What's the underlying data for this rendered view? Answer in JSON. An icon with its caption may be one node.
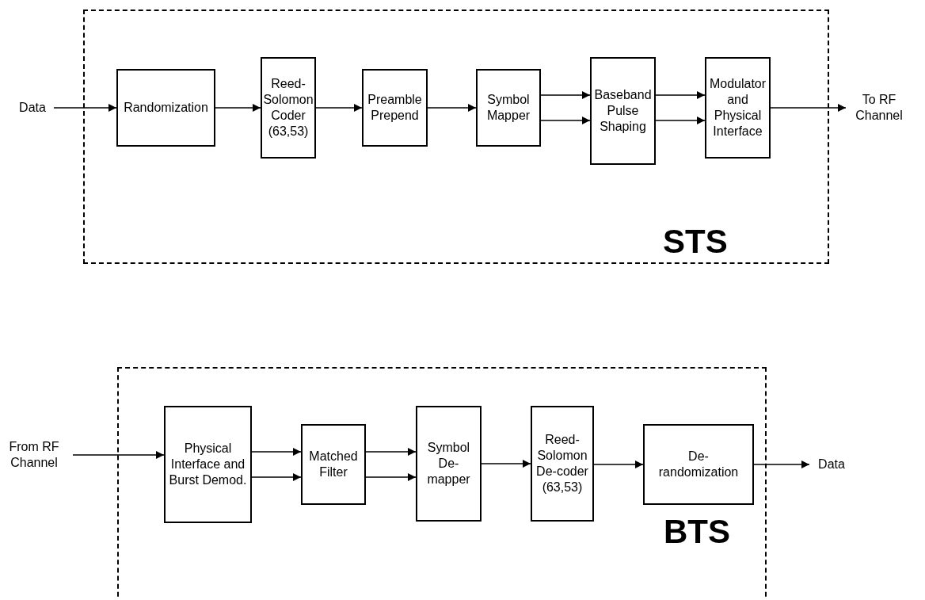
{
  "diagram": {
    "nodes": [
      {
        "text": [
          "STS"
        ]
      },
      {
        "text": [
          "Data"
        ]
      },
      {
        "text": [
          "Randomization"
        ],
        "in": 0
      },
      {
        "text": [
          "Reed- Solomon Coder (63,53)"
        ],
        "in": 0
      },
      {
        "text": [
          "Preamble Prepend"
        ],
        "in": 0
      },
      {
        "text": [
          "Symbol Mapper"
        ],
        "in": 0
      },
      {
        "text": [
          "Baseband Pulse Shaping"
        ],
        "in": 0
      },
      {
        "text": [
          "Modulator and Physical Interface"
        ],
        "in": 0
      },
      {
        "text": [
          "To RF Channel"
        ]
      },
      {
        "text": [
          "BTS"
        ]
      },
      {
        "text": [
          "From RF Channel"
        ]
      },
      {
        "text": [
          "Physical Interface and Burst Demod."
        ],
        "in": 9
      },
      {
        "text": [
          "Matched Filter"
        ],
        "in": 9
      },
      {
        "text": [
          "Symbol De-mapper"
        ],
        "in": 9
      },
      {
        "text": [
          "Reed- Solomon De-coder (63,53)"
        ],
        "in": 9
      },
      {
        "text": [
          "De- randomization"
        ],
        "in": 9
      },
      {
        "text": [
          "Data"
        ]
      }
    ],
    "edges": [
      {
        "from": 1,
        "to": 2,
        "arrow": "to"
      },
      {
        "from": 2,
        "to": 3,
        "arrow": "to"
      },
      {
        "from": 3,
        "to": 4,
        "arrow": "to"
      },
      {
        "from": 4,
        "to": 5,
        "arrow": "to"
      },
      {
        "from": 5,
        "to": 6,
        "arrow": "to"
      },
      {
        "from": 5,
        "to": 6,
        "arrow": "to"
      },
      {
        "from": 6,
        "to": 7,
        "arrow": "to"
      },
      {
        "from": 6,
        "to": 7,
        "arrow": "to"
      },
      {
        "from": 7,
        "to": 8,
        "arrow": "to"
      },
      {
        "from": 10,
        "to": 11,
        "arrow": "to"
      },
      {
        "from": 11,
        "to": 12,
        "arrow": "to"
      },
      {
        "from": 11,
        "to": 12,
        "arrow": "to"
      },
      {
        "from": 12,
        "to": 13,
        "arrow": "to"
      },
      {
        "from": 12,
        "to": 13,
        "arrow": "to"
      },
      {
        "from": 13,
        "to": 14,
        "arrow": "to"
      },
      {
        "from": 14,
        "to": 15,
        "arrow": "to"
      },
      {
        "from": 15,
        "to": 16,
        "arrow": "to"
      }
    ]
  }
}
